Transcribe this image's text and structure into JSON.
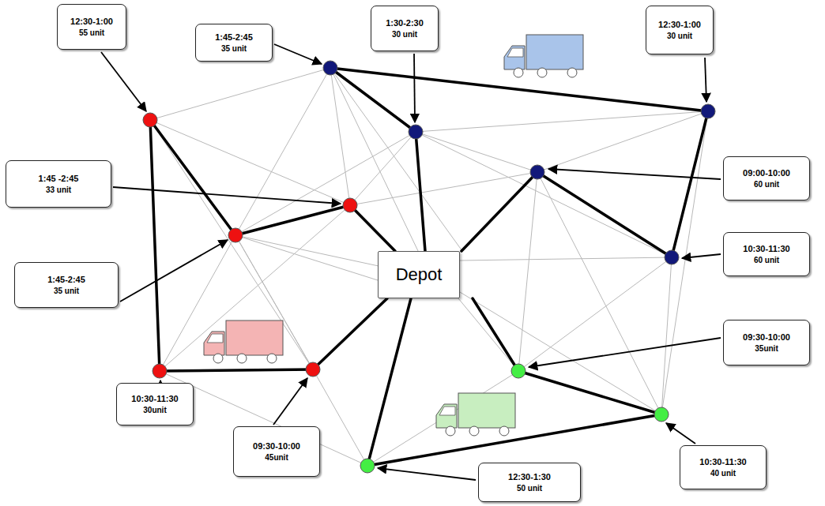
{
  "diagram": {
    "nodes": [
      {
        "text": [
          "12:30-1:00",
          "55 unit"
        ]
      },
      {
        "text": [
          "1:30-2:30",
          "30 unit"
        ]
      },
      {
        "text": [
          "12:30-1:00",
          "30 unit"
        ]
      },
      {
        "text": [
          "1:45-2:45",
          "35 unit"
        ]
      },
      {
        "text": [
          "09:00-10:00",
          "60 unit"
        ]
      },
      {
        "text": [
          "1:45 -2:45",
          "33 unit"
        ]
      },
      {
        "text": [
          "10:30-11:30",
          "60 unit"
        ]
      },
      {
        "text": [
          "Depot"
        ]
      },
      {
        "text": [
          "1:45-2:45",
          "35 unit"
        ]
      },
      {
        "text": [
          "09:30-10:00",
          "35unit"
        ]
      },
      {
        "text": [
          "10:30-11:30",
          "30unit"
        ]
      },
      {
        "text": [
          "09:30-10:00",
          "45unit"
        ]
      },
      {
        "text": [
          "10:30-11:30",
          "40 unit"
        ]
      },
      {
        "text": [
          "12:30-1:30",
          "50 unit"
        ]
      }
    ]
  }
}
